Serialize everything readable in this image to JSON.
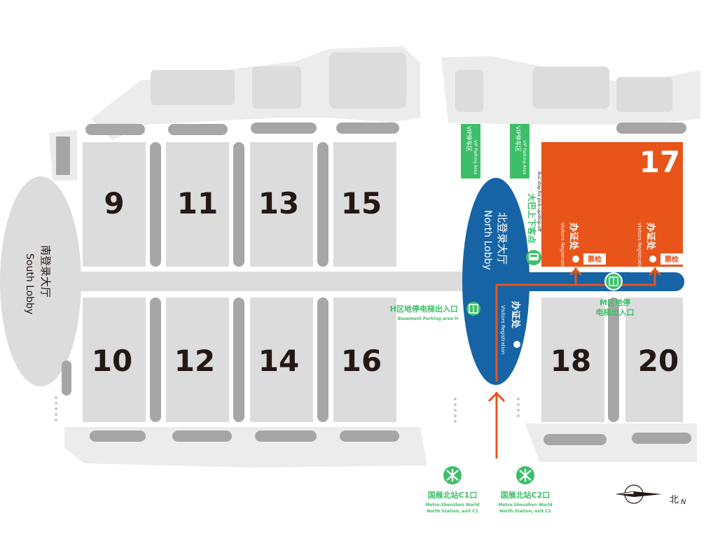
{
  "halls": [
    {
      "id": "9",
      "label": "9"
    },
    {
      "id": "11",
      "label": "11"
    },
    {
      "id": "13",
      "label": "13"
    },
    {
      "id": "15",
      "label": "15"
    },
    {
      "id": "10",
      "label": "10"
    },
    {
      "id": "12",
      "label": "12"
    },
    {
      "id": "14",
      "label": "14"
    },
    {
      "id": "16",
      "label": "16"
    },
    {
      "id": "17",
      "label": "17"
    },
    {
      "id": "18",
      "label": "18"
    },
    {
      "id": "20",
      "label": "20"
    }
  ],
  "south_lobby": {
    "cn": "南登录大厅",
    "en": "South Lobby"
  },
  "north_lobby": {
    "cn": "北登录大厅",
    "en": "North Lobby"
  },
  "vip_parking": [
    {
      "cn": "VIP停车区",
      "en": "VIP Parking Area"
    },
    {
      "cn": "VIP停车区",
      "en": "VIP Parking Area"
    }
  ],
  "bus_stop": {
    "cn": "大巴上下客点",
    "en": "Bus stop for pick-up/drop-off"
  },
  "registration": [
    {
      "cn": "办证处",
      "en": "Visitors Registration",
      "ticket": "票检"
    },
    {
      "cn": "办证处",
      "en": "Visitors Registration",
      "ticket": "票检"
    },
    {
      "cn": "办证处",
      "en": "Visitors Registration"
    }
  ],
  "parking_h": {
    "cn": "H区地停电梯出入口",
    "en": "Basement Parking area H"
  },
  "parking_m": {
    "cn_line1": "M区地停",
    "cn_line2": "电梯出入口"
  },
  "metro": [
    {
      "cn": "国展北站C1口",
      "en_line1": "Metro:Shenzhen World",
      "en_line2": "North Station, exit C1"
    },
    {
      "cn": "国展北站C2口",
      "en_line1": "Metro:Shenzhen World",
      "en_line2": "North Station, exit C2"
    }
  ],
  "compass": {
    "label": "北",
    "sub": "N"
  },
  "colors": {
    "hall_gray": "#dcdcdc",
    "corridor_gray": "#d9d9d9",
    "dark_gray": "#a6a6a6",
    "accent_orange": "#e8541a",
    "lobby_blue": "#1664a6",
    "green": "#3dbf6a"
  }
}
